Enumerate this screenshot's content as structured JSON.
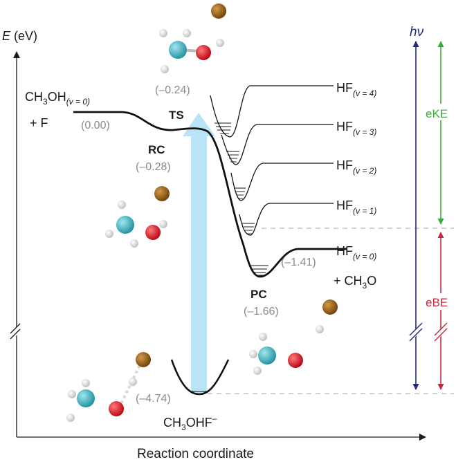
{
  "axes": {
    "y_label": "E",
    "y_unit": " (eV)",
    "x_label": "Reaction coordinate"
  },
  "reactants": {
    "formula_a": "CH",
    "formula_b": "3",
    "formula_c": "OH",
    "sub": "(v = 0)",
    "plus": "+ F",
    "energy": "(0.00)"
  },
  "ts": {
    "name": "TS",
    "energy": "(–0.24)"
  },
  "rc": {
    "name": "RC",
    "energy": "(–0.28)"
  },
  "pc": {
    "name": "PC",
    "energy": "(–1.66)"
  },
  "products": {
    "energy": "(–1.41)",
    "plus": "+ CH",
    "plus_sub": "3",
    "plus_tail": "O"
  },
  "anion": {
    "energy": "(–4.74)",
    "formula_a": "CH",
    "formula_b": "3",
    "formula_c": "OHF",
    "charge": "–"
  },
  "hf_states": [
    {
      "name": "HF",
      "sub": "(v = 4)"
    },
    {
      "name": "HF",
      "sub": "(v = 3)"
    },
    {
      "name": "HF",
      "sub": "(v = 2)"
    },
    {
      "name": "HF",
      "sub": "(v = 1)"
    },
    {
      "name": "HF",
      "sub": "(v = 0)"
    }
  ],
  "arrows": {
    "hv": "hν",
    "eke": "eKE",
    "ebe": "eBE"
  },
  "colors": {
    "hv": "#1f2a7a",
    "eke": "#3aaa3a",
    "ebe": "#c4283c",
    "excitation": "#b9e3f7",
    "carbon": "#3bb4c4",
    "oxygen": "#e0141e",
    "fluorine": "#8a5a14",
    "hydrogen": "#f2f2f2"
  }
}
